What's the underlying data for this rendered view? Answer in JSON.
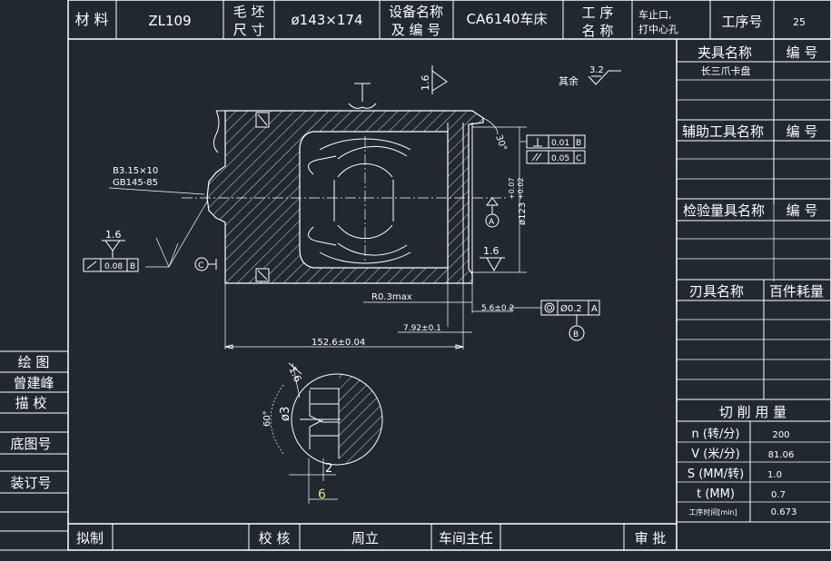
{
  "header": {
    "material_label": "材 料",
    "material_value": "ZL109",
    "blank_size_label_1": "毛 坯",
    "blank_size_label_2": "尺 寸",
    "blank_size_value": "ø143×174",
    "equipment_label_1": "设备名称",
    "equipment_label_2": "及 编 号",
    "equipment_value": "CA6140车床",
    "process_name_label_1": "工  序",
    "process_name_label_2": "名  称",
    "process_name_value_1": "车止口,",
    "process_name_value_2": "打中心孔",
    "process_no_label": "工序号",
    "process_no_value": "25"
  },
  "right_panel": {
    "fixture_label": "夹具名称",
    "fixture_no_label": "编  号",
    "fixture_value": "长三爪卡盘",
    "aux_tool_label": "辅助工具名称",
    "aux_tool_no_label": "编  号",
    "gauge_label": "检验量具名称",
    "gauge_no_label": "编  号",
    "cutter_label": "刃具名称",
    "consumption_label": "百件耗量",
    "cutting_label": "切    削    用    量",
    "params": [
      {
        "label": "n (转/分)",
        "value": "200"
      },
      {
        "label": "V (米/分)",
        "value": "81.06"
      },
      {
        "label": "S (MM/转)",
        "value": "1.0"
      },
      {
        "label": "t (MM)",
        "value": "0.7"
      },
      {
        "label": "工序时间[min]",
        "value": "0.673"
      }
    ]
  },
  "left_panel": {
    "draw_label": "绘  图",
    "drawer_name": "曾建峰",
    "trace_label": "描  校",
    "base_drawing_label": "底图号",
    "binding_label": "装订号"
  },
  "footer": {
    "prepared_label": "拟制",
    "checked_label": "校 核",
    "checker_name": "周立",
    "workshop_label": "车间主任",
    "approve_label": "审 批"
  },
  "drawing": {
    "roughness_other_label": "其余",
    "roughness_other_value": "3.2",
    "roughness_top": "1.6",
    "roughness_left": "1.6",
    "roughness_right": "1.6",
    "roughness_detail": "1.6",
    "center_hole_spec_1": "B3.15×10",
    "center_hole_spec_2": "GB145-85",
    "runout_tol": "0.08",
    "runout_datum": "B",
    "perp_tol": "0.01",
    "perp_datum": "B",
    "parallel_tol": "0.05",
    "parallel_datum": "C",
    "concentric_tol": "Ø0.2",
    "concentric_datum": "A",
    "datum_a": "A",
    "datum_b": "B",
    "datum_c": "C",
    "angle_dim": "30°",
    "dia_dim": "ø123",
    "dia_tol_upper": "+0.07",
    "dia_tol_lower": "+0.02",
    "radius_dim": "R0.3max",
    "depth_dim_1": "5.6±0.2",
    "depth_dim_2": "7.92±0.1",
    "length_dim": "152.6±0.04",
    "detail_angle": "60°",
    "detail_dia": "ø3",
    "detail_dim_small": "2",
    "detail_dim_large": "6"
  }
}
